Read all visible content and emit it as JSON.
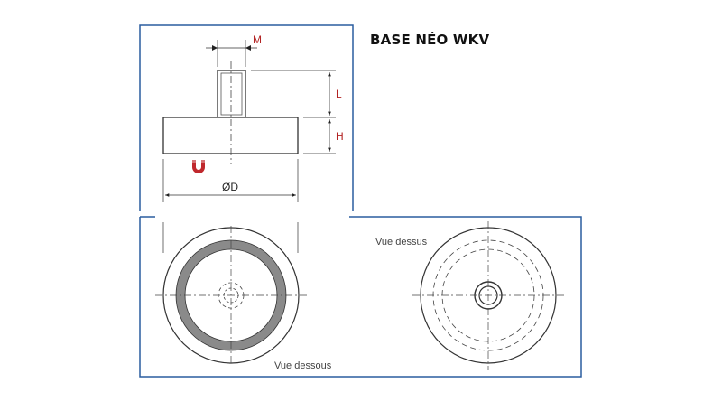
{
  "title": "BASE NÉO WKV",
  "labels": {
    "m": "M",
    "l": "L",
    "h": "H",
    "d": "ØD",
    "top_view": "Vue dessus",
    "bottom_view": "Vue dessous"
  },
  "colors": {
    "frame": "#2a5d9f",
    "red_label": "#b22222",
    "magnet_icon": "#c0282d",
    "ring_fill": "#8a8a8a"
  },
  "icons": {
    "magnet": "horseshoe-magnet-icon"
  }
}
